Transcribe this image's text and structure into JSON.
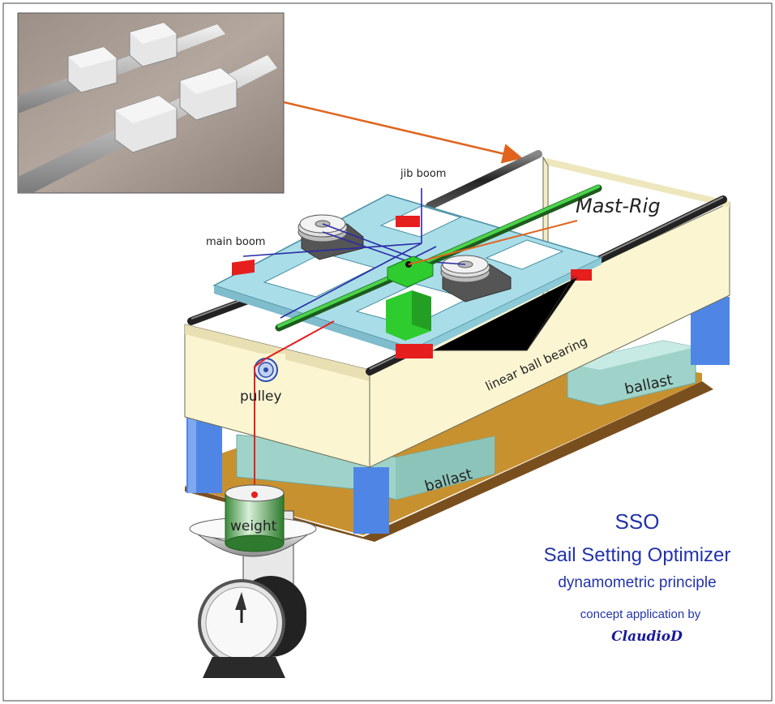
{
  "labels": {
    "jib_boom": "jib boom",
    "main_boom": "main boom",
    "mast_rig": "Mast-Rig",
    "linear_ball_bearing": "linear ball bearing",
    "pulley": "pulley",
    "ballast_right": "ballast",
    "ballast_left": "ballast",
    "weight": "weight"
  },
  "caption": {
    "acronym": "SSO",
    "name": "Sail Setting Optimizer",
    "principle": "dynamometric principle",
    "credit_prefix": "concept application by",
    "author": "ClaudioD"
  },
  "colors": {
    "frame_cream": "#fbf5d2",
    "frame_blue": "#4f86e6",
    "floor": "#c8912f",
    "ballast": "#9fd3c9",
    "carriage": "#a9dde8",
    "mast": "#2e9e2e",
    "bearing": "#e61e1e",
    "caption_blue": "#2233aa",
    "arrow_orange": "#e0641e",
    "leader_blue": "#2a2aa8"
  }
}
